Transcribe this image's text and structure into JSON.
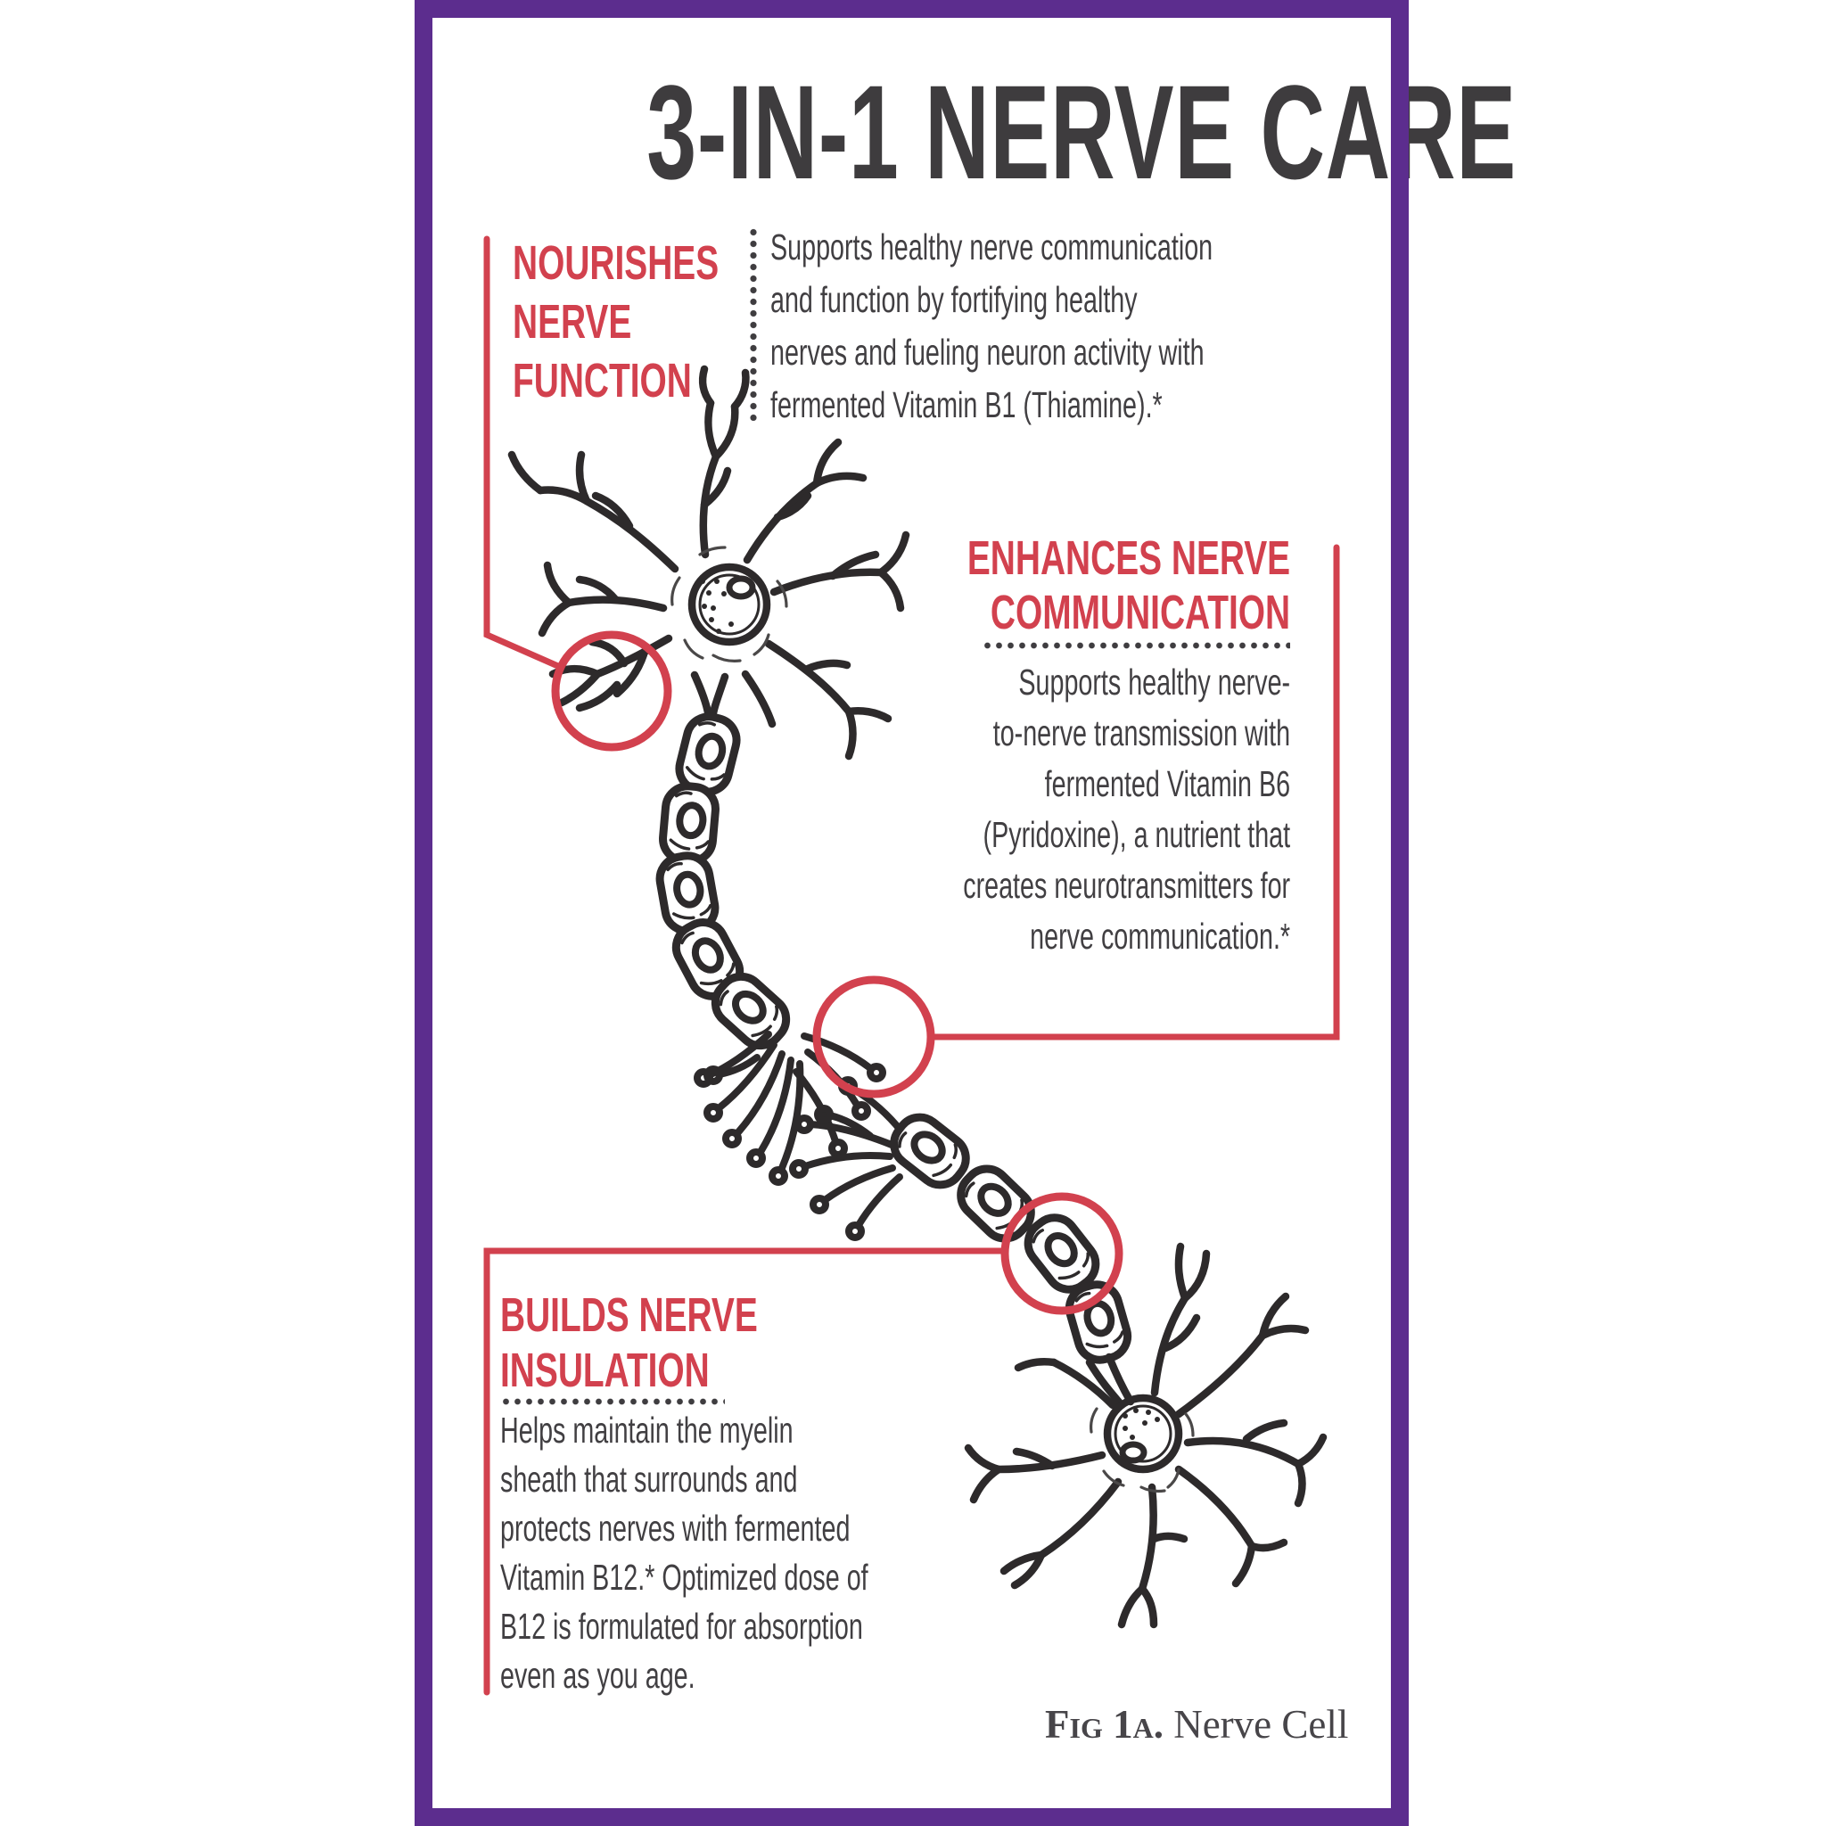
{
  "page": {
    "title": "3-IN-1 NERVE CARE",
    "colors": {
      "accent_red": "#d2414e",
      "frame_purple": "#5c2d8e",
      "ink": "#3e3c3e",
      "body_text": "#413f42"
    }
  },
  "sections": [
    {
      "id": "nourishes-nerve-function",
      "heading_lines": [
        "NOURISHES",
        "NERVE",
        "FUNCTION"
      ],
      "body_lines": [
        "Supports healthy nerve communication",
        "and function by fortifying healthy",
        "nerves and fueling neuron activity with",
        "fermented Vitamin B1 (Thiamine).*"
      ]
    },
    {
      "id": "enhances-nerve-communication",
      "heading_lines": [
        "ENHANCES NERVE",
        "COMMUNICATION"
      ],
      "body_lines": [
        "Supports healthy nerve-",
        "to-nerve transmission with",
        "fermented Vitamin B6",
        "(Pyridoxine), a nutrient that",
        "creates neurotransmitters for",
        "nerve communication.*"
      ]
    },
    {
      "id": "builds-nerve-insulation",
      "heading_lines": [
        "BUILDS NERVE",
        "INSULATION"
      ],
      "body_lines": [
        "Helps maintain the myelin",
        "sheath that surrounds and",
        "protects nerves with fermented",
        "Vitamin B12.* Optimized dose of",
        "B12 is formulated for absorption",
        "even as you age."
      ]
    }
  ],
  "caption": {
    "label": "Fig 1a.",
    "text": "Nerve Cell"
  },
  "illustration": {
    "name": "nerve-cell-engraving",
    "callouts": 3
  }
}
